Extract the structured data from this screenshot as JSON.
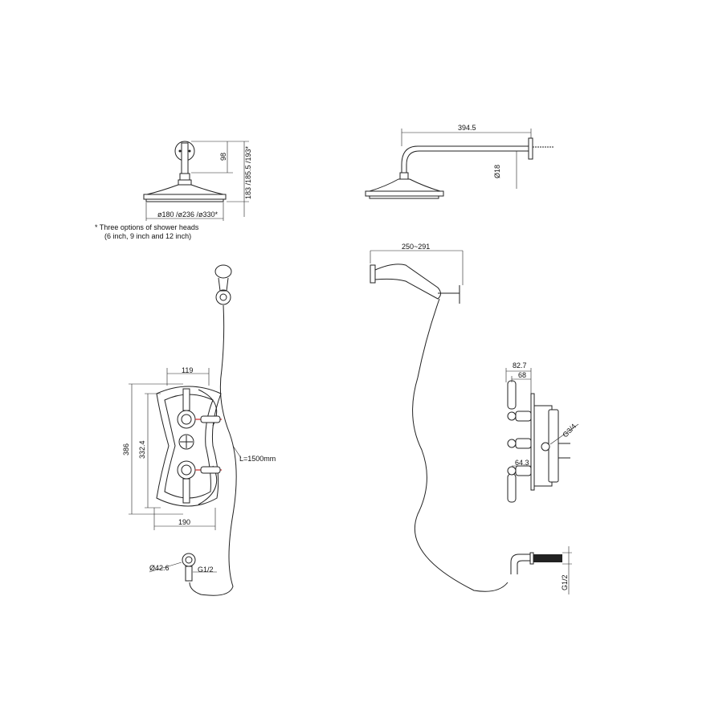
{
  "top_left": {
    "dim_arm_height": "98",
    "dim_total_height": "183 /185.5 /193*",
    "dim_diameter": "ø180 /ø236 /ø330*",
    "note_line1": "* Three options of shower heads",
    "note_line2": "(6 inch, 9 inch and 12 inch)"
  },
  "top_right": {
    "dim_arm_length": "394.5",
    "dim_pipe_diameter": "Ø18"
  },
  "handshower_side": {
    "dim_reach": "250~291"
  },
  "valve_front": {
    "dim_top_width": "119",
    "dim_total_height": "386",
    "dim_plate_height": "332.4",
    "dim_bottom_width": "190",
    "hose_length": "L=1500mm"
  },
  "valve_side": {
    "dim_depth_total": "82.7",
    "dim_depth_handle": "68",
    "dim_connection": "G3/4",
    "dim_depth_lower": "64.3"
  },
  "outlet_front": {
    "dim_diameter": "Ø42.6",
    "dim_thread": "G1/2"
  },
  "outlet_side": {
    "dim_thread": "G1/2"
  }
}
